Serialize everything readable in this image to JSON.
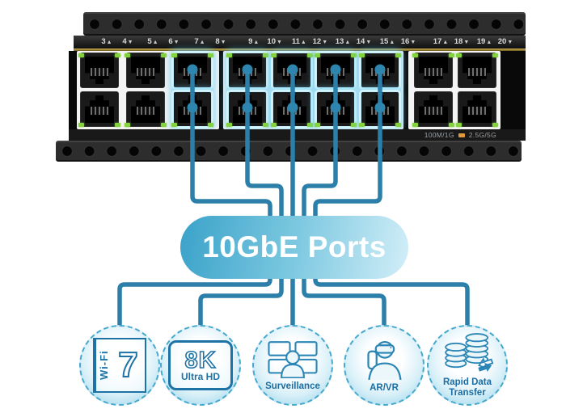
{
  "switch": {
    "up_symbol": "▲",
    "down_symbol": "▼",
    "columns": [
      {
        "odd": "3",
        "even": "4",
        "highlight": false
      },
      {
        "odd": "5",
        "even": "6",
        "highlight": false
      },
      {
        "odd": "7",
        "even": "8",
        "highlight": true
      },
      {
        "odd": "9",
        "even": "10",
        "highlight": true
      },
      {
        "odd": "11",
        "even": "12",
        "highlight": true
      },
      {
        "odd": "13",
        "even": "14",
        "highlight": true
      },
      {
        "odd": "15",
        "even": "16",
        "highlight": true
      },
      {
        "odd": "17",
        "even": "18",
        "highlight": false
      },
      {
        "odd": "19",
        "even": "20",
        "highlight": false
      }
    ],
    "legend": {
      "speed1": "100M/1G",
      "speed2": "2.5G/5G"
    }
  },
  "pill": {
    "label": "10GbE Ports"
  },
  "features": {
    "wifi7": {
      "side": "Wi-Fi",
      "main": "7"
    },
    "uhd8k": {
      "main": "8K",
      "sub": "Ultra HD"
    },
    "surveillance": {
      "label": "Surveillance"
    },
    "arvr": {
      "label": "AR/VR"
    },
    "rapid": {
      "label_line1": "Rapid Data",
      "label_line2": "Transfer"
    }
  },
  "colors": {
    "connector": "#2c7fa9",
    "pill_gradient_start": "#3aa2c9",
    "pill_gradient_end": "#d2eef8",
    "port_glow": "#68ccf0",
    "led_green": "#84d23d",
    "led_orange": "#dd9a3c",
    "icon_stroke": "#2b85b5",
    "label_blue": "#1b6da3"
  }
}
